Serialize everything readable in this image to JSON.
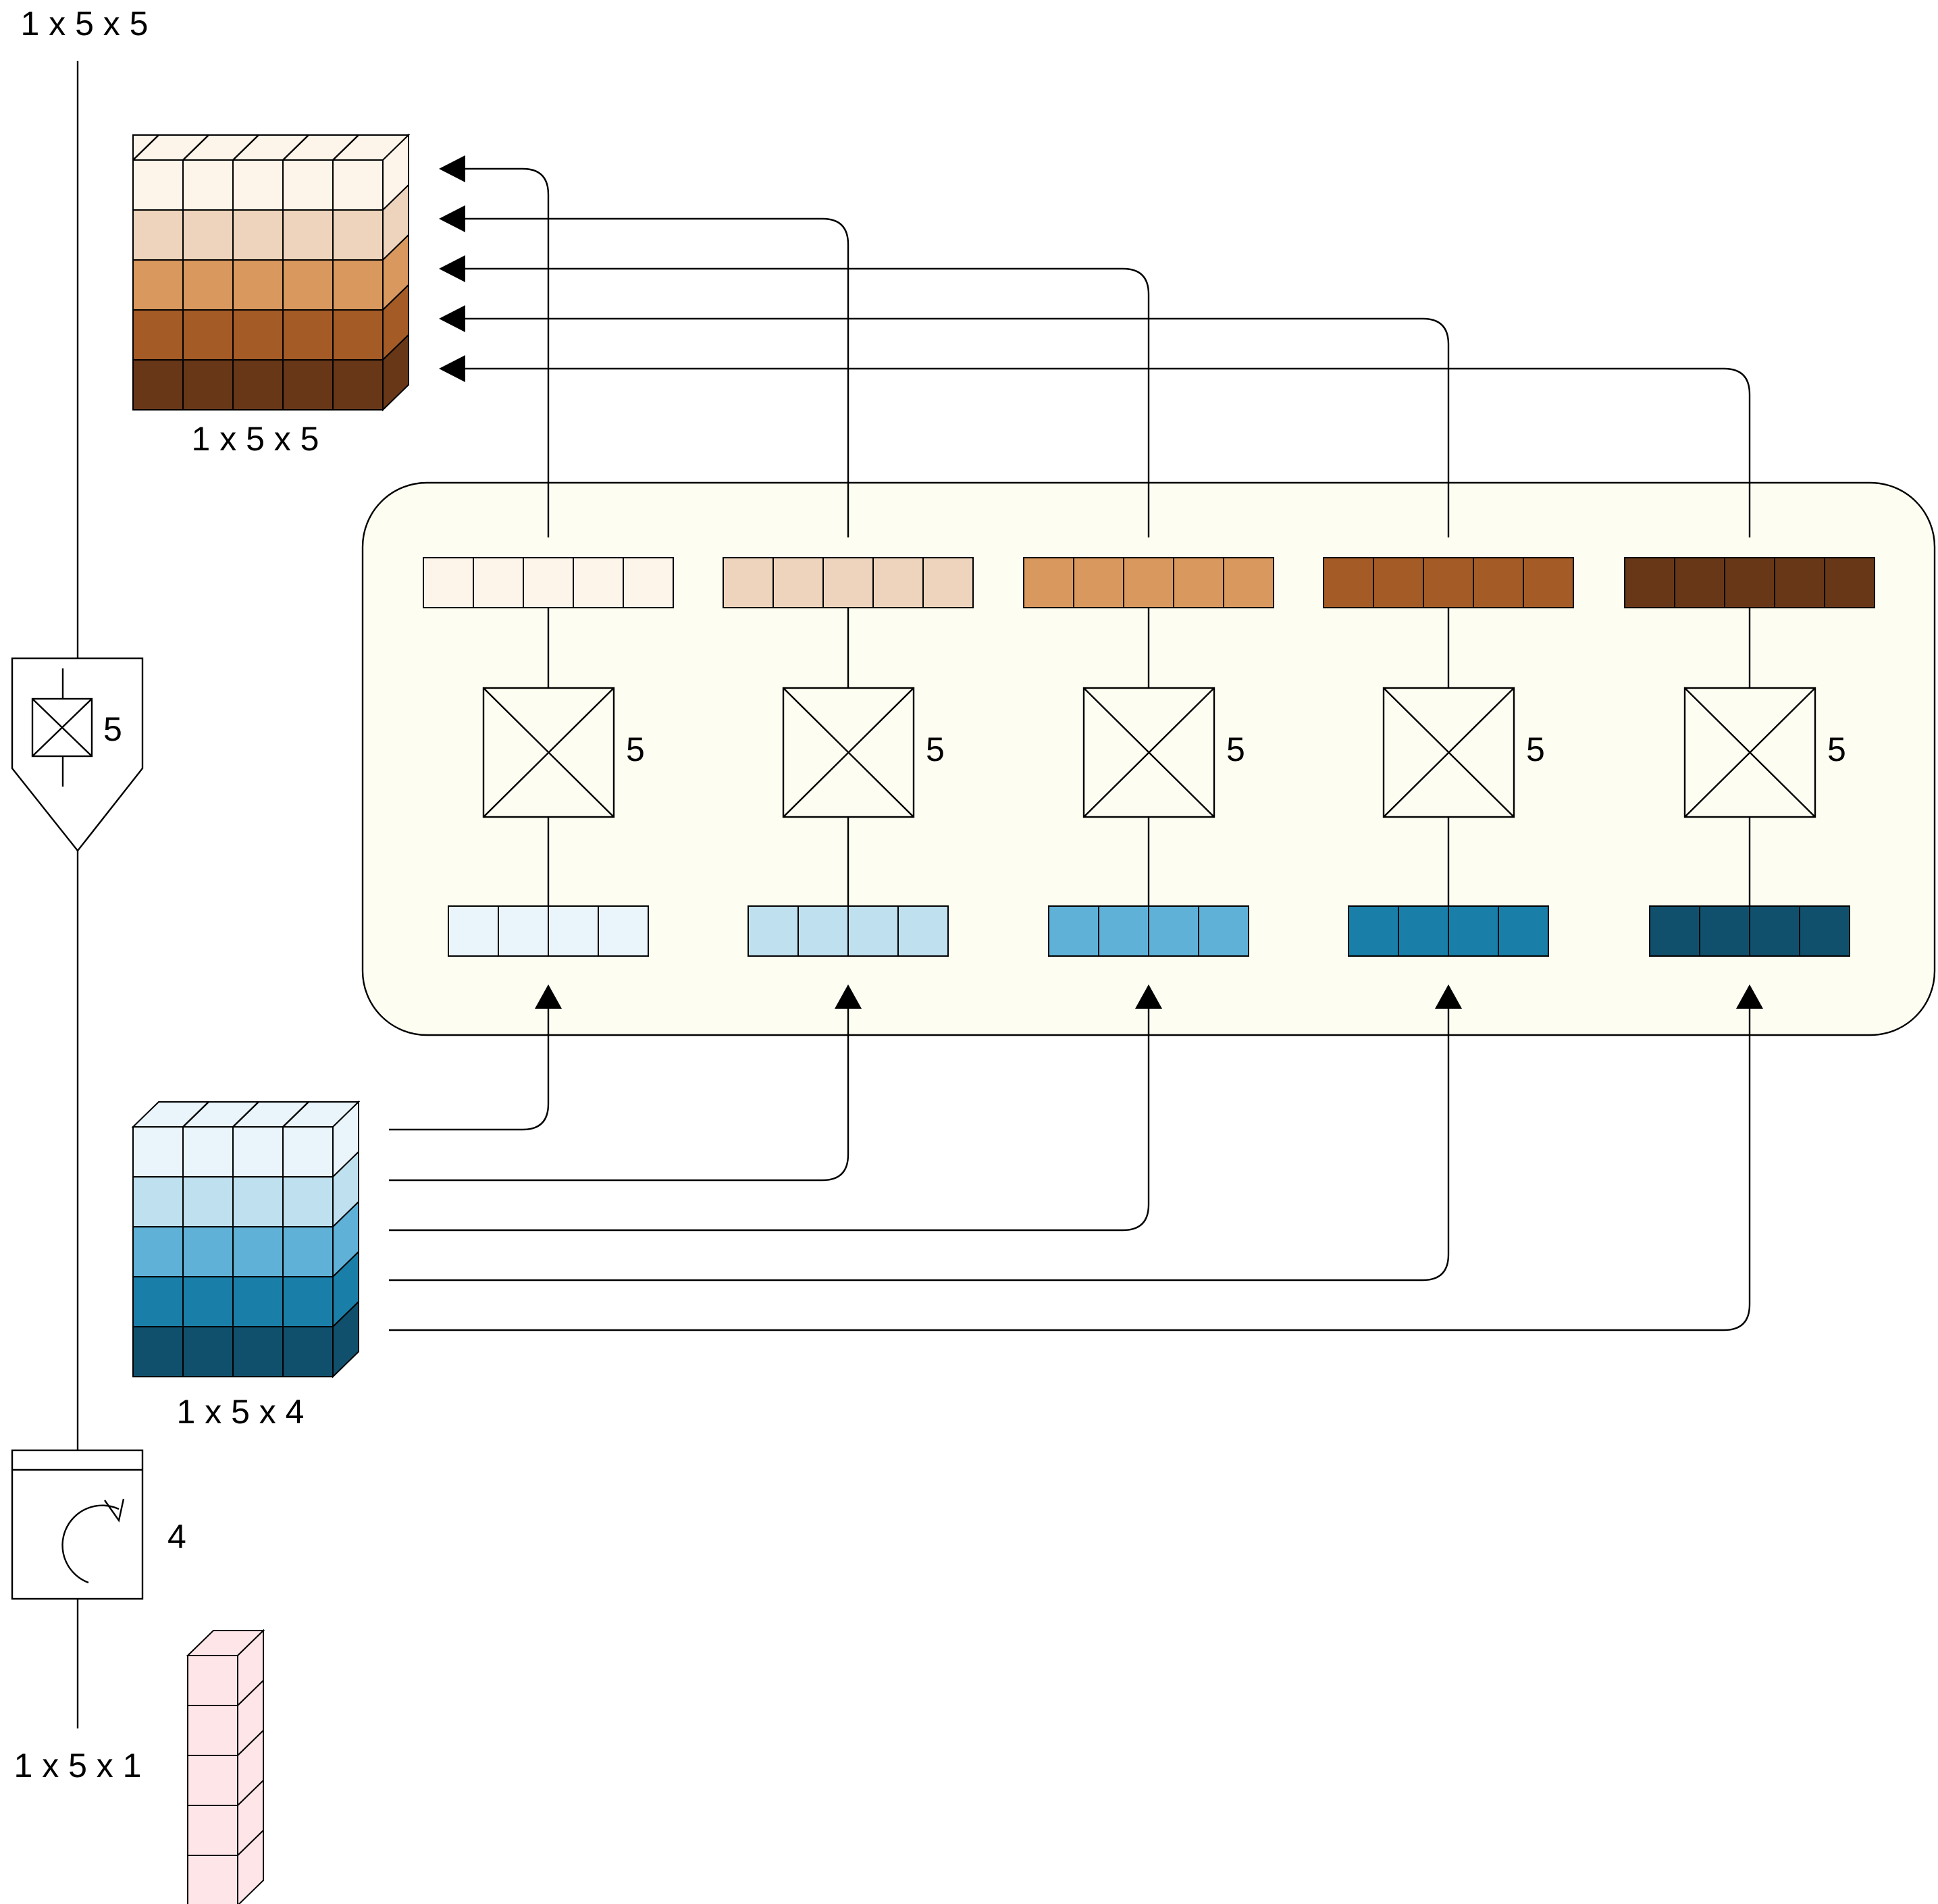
{
  "labels": {
    "top_output_dim": "1 x 5 x 5",
    "output_tensor_dim": "1 x 5 x 5",
    "input_tensor_dim": "1 x 5 x 4",
    "bottom_input_dim": "1 x 5 x 1",
    "map_count": "5",
    "scan_count": "4"
  },
  "colors": {
    "panel_fill": "#fdfdf2",
    "output_rows": [
      "#fdf4ea",
      "#eed4bd",
      "#d9985d",
      "#a55b26",
      "#683718"
    ],
    "input_rows": [
      "#eaf5fb",
      "#bfe0ee",
      "#5fb1d7",
      "#1a7fa8",
      "#11506c"
    ],
    "small_tensor": "#fde5e8"
  },
  "branches": [
    {
      "id": 1,
      "in_color": "#eaf5fb",
      "out_color": "#fdf4ea",
      "map_count": "5"
    },
    {
      "id": 2,
      "in_color": "#bfe0ee",
      "out_color": "#eed4bd",
      "map_count": "5"
    },
    {
      "id": 3,
      "in_color": "#5fb1d7",
      "out_color": "#d9985d",
      "map_count": "5"
    },
    {
      "id": 4,
      "in_color": "#1a7fa8",
      "out_color": "#a55b26",
      "map_count": "5"
    },
    {
      "id": 5,
      "in_color": "#11506c",
      "out_color": "#683718",
      "map_count": "5"
    }
  ],
  "icons": {
    "map_node": "crossed-box-icon",
    "scan_node": "loop-arrow-icon",
    "arrow": "triangle-arrowhead-icon"
  }
}
